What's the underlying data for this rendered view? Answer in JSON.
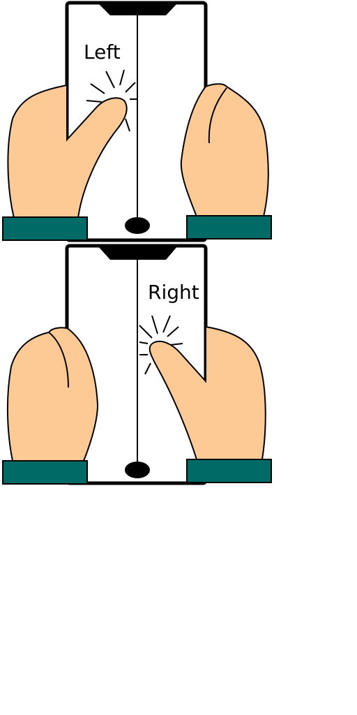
{
  "panels": [
    {
      "id": "left-tap",
      "label": "Left",
      "tapped_side": "left"
    },
    {
      "id": "right-tap",
      "label": "Right",
      "tapped_side": "right"
    }
  ],
  "colors": {
    "background": "#ffffff",
    "outline": "#000000",
    "skin": "#fdca96",
    "sleeve": "#006b66",
    "device": "#ffffff"
  },
  "icons": {
    "tap_burst": "tap-burst-icon",
    "home_button": "home-button-icon",
    "speaker": "speaker-notch-icon"
  }
}
